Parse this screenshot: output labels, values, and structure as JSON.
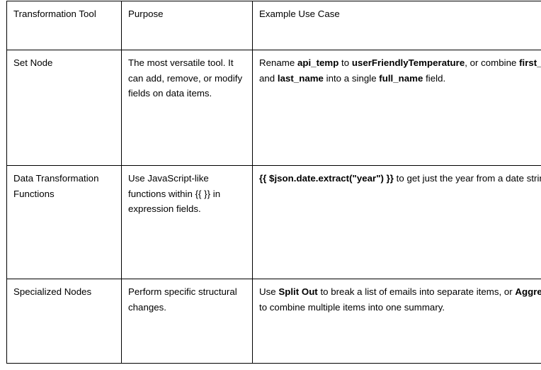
{
  "table": {
    "columns": [
      {
        "key": "tool",
        "label": "Transformation Tool"
      },
      {
        "key": "purpose",
        "label": "Purpose"
      },
      {
        "key": "example",
        "label": "Example Use Case"
      }
    ],
    "rows": [
      {
        "tool": "Set Node",
        "purpose": "The most versatile tool. It can add, remove, or modify fields on data items.",
        "example_plain": "Rename api_temp to userFriendlyTemperature, or combine first_name and last_name into a single full_name field.",
        "example_parts": [
          {
            "text": "Rename ",
            "bold": false
          },
          {
            "text": "api_temp",
            "bold": true
          },
          {
            "text": " to ",
            "bold": false
          },
          {
            "text": "userFriendlyTemperature",
            "bold": true
          },
          {
            "text": ", or combine ",
            "bold": false
          },
          {
            "text": "first_name",
            "bold": true
          },
          {
            "text": " and ",
            "bold": false
          },
          {
            "text": "last_name",
            "bold": true
          },
          {
            "text": " into a single ",
            "bold": false
          },
          {
            "text": "full_name",
            "bold": true
          },
          {
            "text": " field.",
            "bold": false
          }
        ]
      },
      {
        "tool": "Data Transformation Functions",
        "purpose": "Use JavaScript-like functions within {{ }} in expression fields.",
        "example_plain": "{{ $json.date.extract(\"year\") }} to get just the year from a date string.",
        "example_parts": [
          {
            "text": "{{ $json.date.extract(\"year\") }}",
            "bold": true
          },
          {
            "text": " to get just the year from a date string.",
            "bold": false
          }
        ]
      },
      {
        "tool": "Specialized Nodes",
        "purpose": "Perform specific structural changes.",
        "example_plain": "Use Split Out to break a list of emails into separate items, or Aggregate to combine multiple items into one summary.",
        "example_parts": [
          {
            "text": "Use ",
            "bold": false
          },
          {
            "text": "Split Out",
            "bold": true
          },
          {
            "text": " to break a list of emails into separate items, or ",
            "bold": false
          },
          {
            "text": "Aggregate",
            "bold": true
          },
          {
            "text": " to combine multiple items into one summary.",
            "bold": false
          }
        ]
      }
    ]
  },
  "colors": {
    "border": "#000000",
    "text": "#000000",
    "background": "#ffffff"
  }
}
